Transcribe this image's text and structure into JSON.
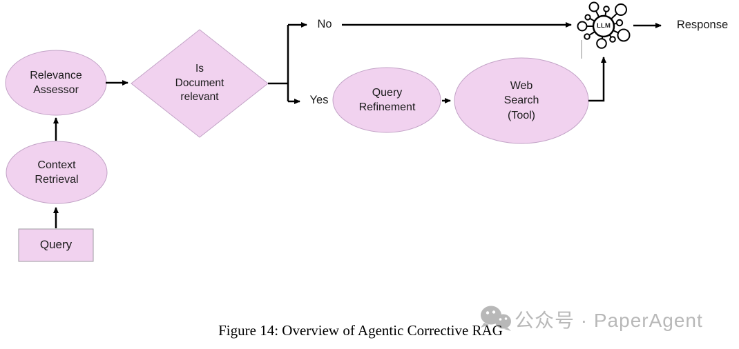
{
  "colors": {
    "node_fill": "#F1D2EF",
    "node_stroke": "#C2A2C6",
    "arrow": "#000000",
    "text": "#1A1A1A",
    "watermark": "#B8B8B8"
  },
  "nodes": {
    "query": {
      "label": "Query"
    },
    "context_retrieval": {
      "label": "Context\nRetrieval"
    },
    "relevance_assessor": {
      "label": "Relevance\nAssessor"
    },
    "decision": {
      "label": "Is\nDocument\nrelevant"
    },
    "query_refinement": {
      "label": "Query\nRefinement"
    },
    "web_search": {
      "label": "Web\nSearch\n(Tool)"
    },
    "llm": {
      "label": "LLM"
    },
    "response": {
      "label": "Response"
    }
  },
  "edges": {
    "no_label": "No",
    "yes_label": "Yes"
  },
  "caption": "Figure 14: Overview of Agentic Corrective RAG",
  "watermark": {
    "text": "公众号 · PaperAgent"
  }
}
